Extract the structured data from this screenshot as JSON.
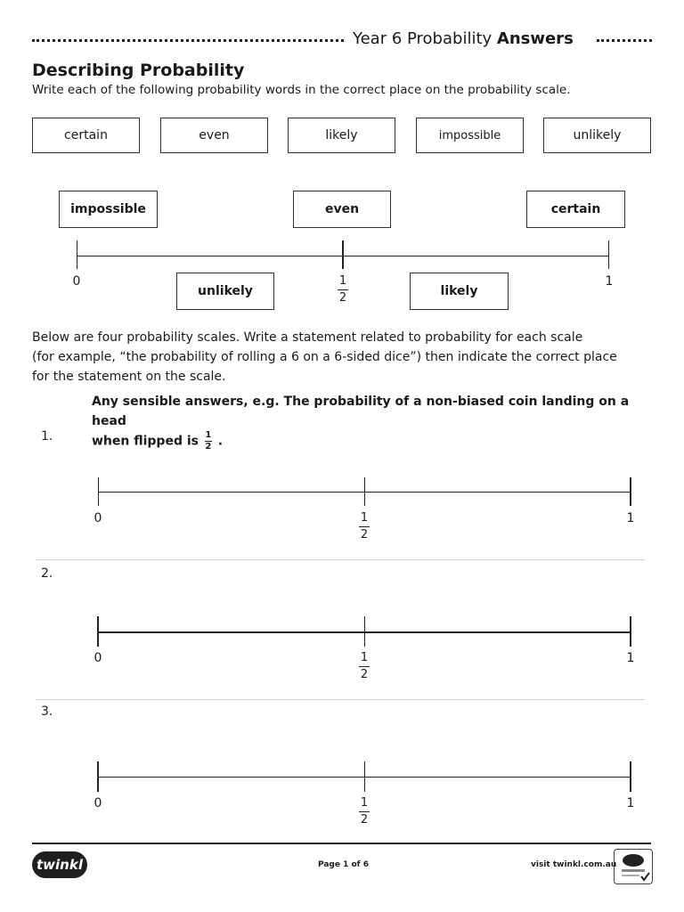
{
  "header": {
    "title_prefix": "Year 6 Probability",
    "title_bold": "Answers"
  },
  "section": {
    "heading": "Describing Probability",
    "instruction": "Write each of the following probability words in the correct place on the probability scale."
  },
  "word_bank": [
    "certain",
    "even",
    "likely",
    "impossible",
    "unlikely"
  ],
  "scale": {
    "label_zero": "0",
    "label_one": "1",
    "half_num": "1",
    "half_den": "2",
    "answers": {
      "impossible": "impossible",
      "even": "even",
      "certain": "certain",
      "unlikely": "unlikely",
      "likely": "likely"
    }
  },
  "paragraph": {
    "line1": "Below are four probability scales. Write a statement related to probability for each scale",
    "line2": "(for example, “the probability of rolling a 6 on a 6-sided dice”) then indicate the correct place",
    "line3": "for the statement on the scale."
  },
  "example_answer": {
    "line1": "Any sensible answers, e.g. The probability of a non-biased coin landing on a head",
    "line2_prefix": "when flipped is",
    "frac_num": "1",
    "frac_den": "2",
    "suffix": "."
  },
  "questions": [
    {
      "label": "1."
    },
    {
      "label": "2."
    },
    {
      "label": "3."
    }
  ],
  "footer": {
    "logo_text": "twinkl",
    "page": "Page 1 of 6",
    "visit": "visit twinkl.com.au"
  }
}
